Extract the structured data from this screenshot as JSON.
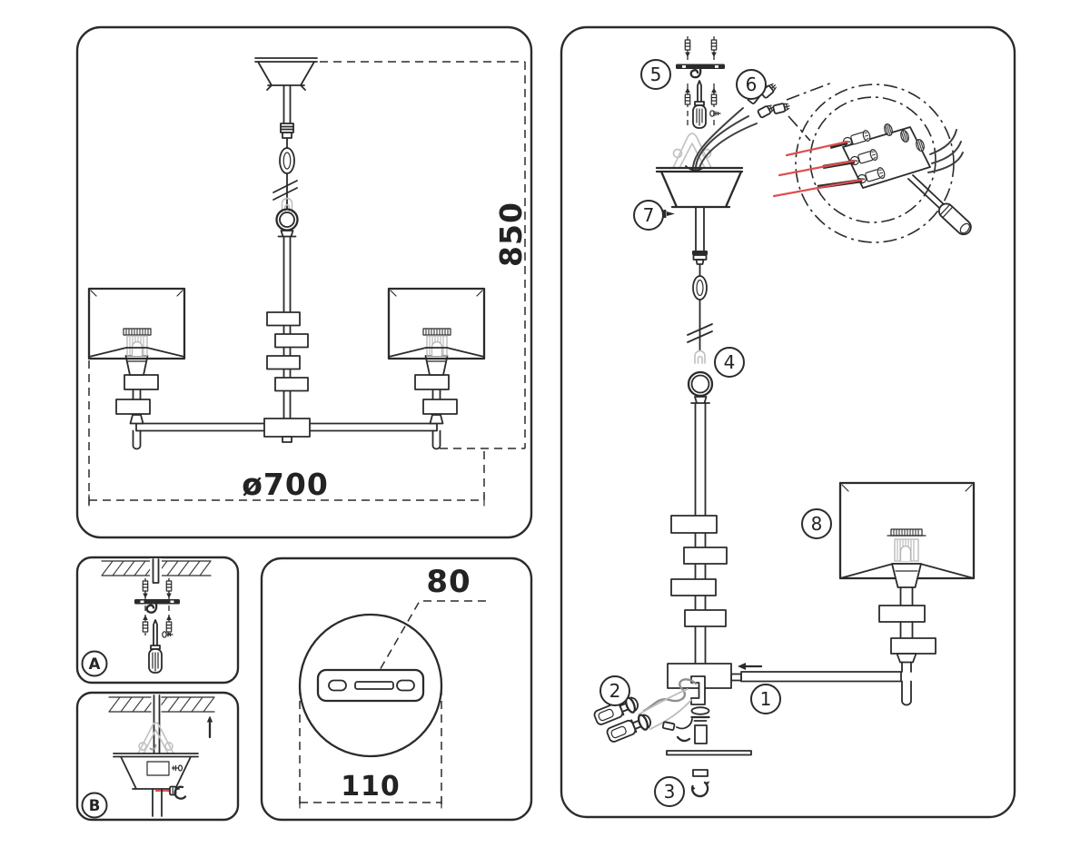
{
  "panels": {
    "front_view": {
      "dim_height": "850",
      "dim_diameter": "ø700"
    },
    "step_a": {
      "badge": "A"
    },
    "step_b": {
      "badge": "B"
    },
    "canopy_detail": {
      "dim_hook_spacing": "80",
      "dim_plate_width": "110"
    },
    "assembly": {
      "callouts": [
        "1",
        "2",
        "3",
        "4",
        "5",
        "6",
        "7",
        "8"
      ]
    }
  },
  "icons": [
    "ceiling-canopy-icon",
    "chain-link-icon",
    "hanging-ring-icon",
    "lampshade-icon",
    "lamp-arm-icon",
    "screwdriver-icon",
    "wall-anchor-icon",
    "hook-bracket-icon",
    "wire-connector-icon",
    "terminal-block-icon",
    "g9-bulb-icon",
    "snap-ring-icon",
    "mounting-plate-icon",
    "screw-icon",
    "arrow-up-icon",
    "insert-arrow-icon",
    "break-symbol-icon",
    "ceiling-hatch-icon"
  ],
  "colors": {
    "line": "#2b2b2b",
    "ghost": "#c3c3c3",
    "wire_gray": "#8f8f8f",
    "accent_red": "#e04f4f",
    "background": "#ffffff"
  }
}
